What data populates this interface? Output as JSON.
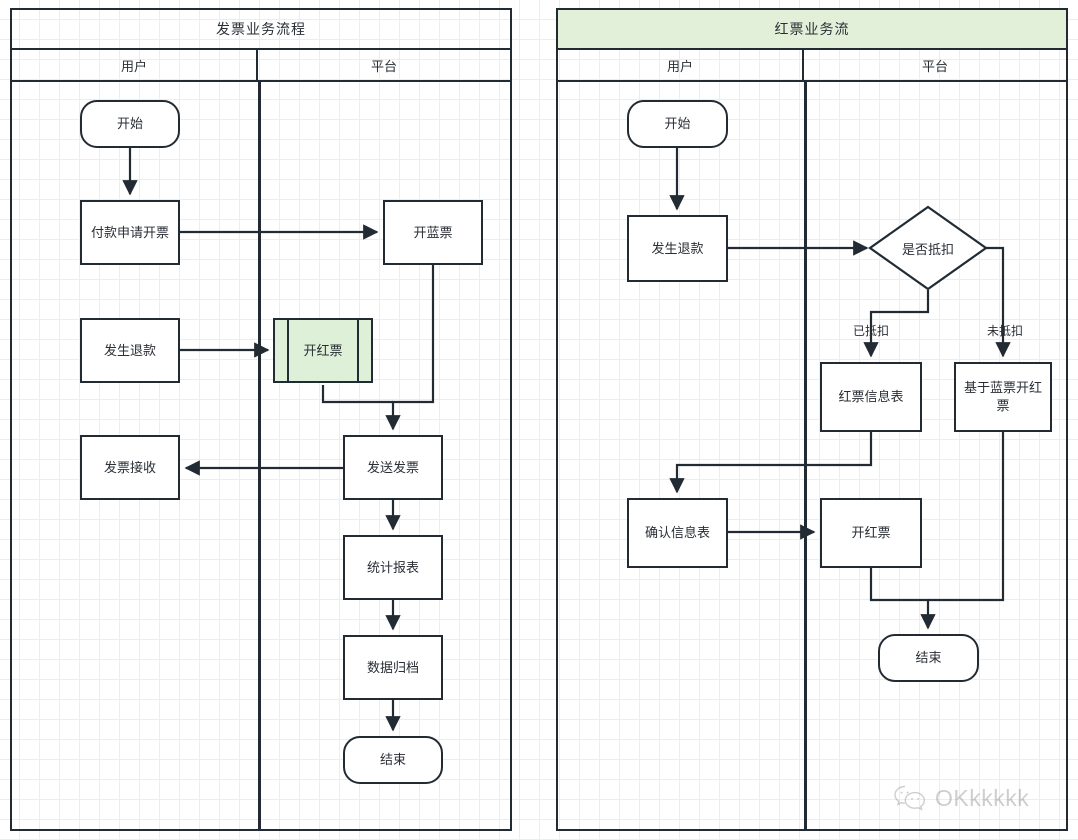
{
  "diagram": {
    "type": "swimlane-flowchart",
    "panels": [
      {
        "id": "invoice",
        "title": "发票业务流程",
        "title_tinted": false,
        "lanes": [
          "用户",
          "平台"
        ],
        "nodes": [
          {
            "id": "l-start",
            "label": "开始",
            "shape": "terminator",
            "lane": "用户"
          },
          {
            "id": "l-apply",
            "label": "付款申请开票",
            "shape": "process",
            "lane": "用户"
          },
          {
            "id": "l-refund",
            "label": "发生退款",
            "shape": "process",
            "lane": "用户"
          },
          {
            "id": "l-receive",
            "label": "发票接收",
            "shape": "process",
            "lane": "用户"
          },
          {
            "id": "l-blue",
            "label": "开蓝票",
            "shape": "process",
            "lane": "平台"
          },
          {
            "id": "l-red",
            "label": "开红票",
            "shape": "predefined-process",
            "lane": "平台",
            "fill": "#dff0d8"
          },
          {
            "id": "l-send",
            "label": "发送发票",
            "shape": "process",
            "lane": "平台"
          },
          {
            "id": "l-report",
            "label": "统计报表",
            "shape": "process",
            "lane": "平台"
          },
          {
            "id": "l-archive",
            "label": "数据归档",
            "shape": "process",
            "lane": "平台"
          },
          {
            "id": "l-end",
            "label": "结束",
            "shape": "terminator",
            "lane": "平台"
          }
        ],
        "edges": [
          {
            "from": "l-start",
            "to": "l-apply",
            "label": ""
          },
          {
            "from": "l-apply",
            "to": "l-blue",
            "label": ""
          },
          {
            "from": "l-refund",
            "to": "l-red",
            "label": ""
          },
          {
            "from": "l-blue",
            "to": "l-send",
            "label": ""
          },
          {
            "from": "l-red",
            "to": "l-send",
            "label": ""
          },
          {
            "from": "l-send",
            "to": "l-receive",
            "label": ""
          },
          {
            "from": "l-send",
            "to": "l-report",
            "label": ""
          },
          {
            "from": "l-report",
            "to": "l-archive",
            "label": ""
          },
          {
            "from": "l-archive",
            "to": "l-end",
            "label": ""
          }
        ]
      },
      {
        "id": "redinvoice",
        "title": "红票业务流",
        "title_tinted": true,
        "lanes": [
          "用户",
          "平台"
        ],
        "nodes": [
          {
            "id": "r-start",
            "label": "开始",
            "shape": "terminator",
            "lane": "用户"
          },
          {
            "id": "r-refund",
            "label": "发生退款",
            "shape": "process",
            "lane": "用户"
          },
          {
            "id": "r-confirm",
            "label": "确认信息表",
            "shape": "process",
            "lane": "用户"
          },
          {
            "id": "r-decision",
            "label": "是否抵扣",
            "shape": "decision",
            "lane": "平台"
          },
          {
            "id": "r-redinfo",
            "label": "红票信息表",
            "shape": "process",
            "lane": "平台"
          },
          {
            "id": "r-fromblue",
            "label": "基于蓝票开红票",
            "shape": "process",
            "lane": "平台"
          },
          {
            "id": "r-issue",
            "label": "开红票",
            "shape": "process",
            "lane": "平台"
          },
          {
            "id": "r-end",
            "label": "结束",
            "shape": "terminator",
            "lane": "平台"
          }
        ],
        "edges": [
          {
            "from": "r-start",
            "to": "r-refund",
            "label": ""
          },
          {
            "from": "r-refund",
            "to": "r-decision",
            "label": ""
          },
          {
            "from": "r-decision",
            "to": "r-redinfo",
            "label": "已抵扣"
          },
          {
            "from": "r-decision",
            "to": "r-fromblue",
            "label": "未抵扣"
          },
          {
            "from": "r-redinfo",
            "to": "r-confirm",
            "label": ""
          },
          {
            "from": "r-confirm",
            "to": "r-issue",
            "label": ""
          },
          {
            "from": "r-issue",
            "to": "r-end",
            "label": ""
          },
          {
            "from": "r-fromblue",
            "to": "r-end",
            "label": ""
          }
        ]
      }
    ],
    "edge_labels": {
      "deducted": "已抵扣",
      "not_deducted": "未抵扣"
    },
    "watermark": {
      "text": "OKkkkkk",
      "icon": "wechat-icon"
    },
    "colors": {
      "stroke": "#222b33",
      "title_tint": "#e3f0d9",
      "node_green": "#dff0d8",
      "grid": "#eceded",
      "text": "#2a2f36"
    }
  }
}
